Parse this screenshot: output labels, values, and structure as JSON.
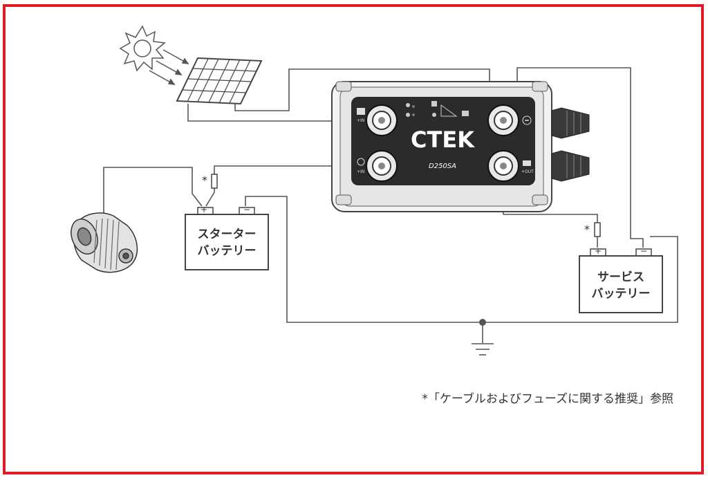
{
  "device": {
    "brand": "CTEK",
    "model": "D250SA",
    "terminal_labels": {
      "solar": "+IN",
      "alternator": "+IN",
      "service_out": "+OUT"
    }
  },
  "components": {
    "starter_battery": {
      "line1": "スターター",
      "line2": "バッテリー",
      "plus": "+",
      "minus": "−"
    },
    "service_battery": {
      "line1": "サービス",
      "line2": "バッテリー",
      "plus": "+",
      "minus": "−"
    }
  },
  "fuse_markers": {
    "starter": "*",
    "service": "*"
  },
  "footnote": "*「ケーブルおよびフューズに関する推奨」参照",
  "colors": {
    "border": "#e01c24",
    "line": "#555555",
    "device_body": "#2b2b2b"
  }
}
